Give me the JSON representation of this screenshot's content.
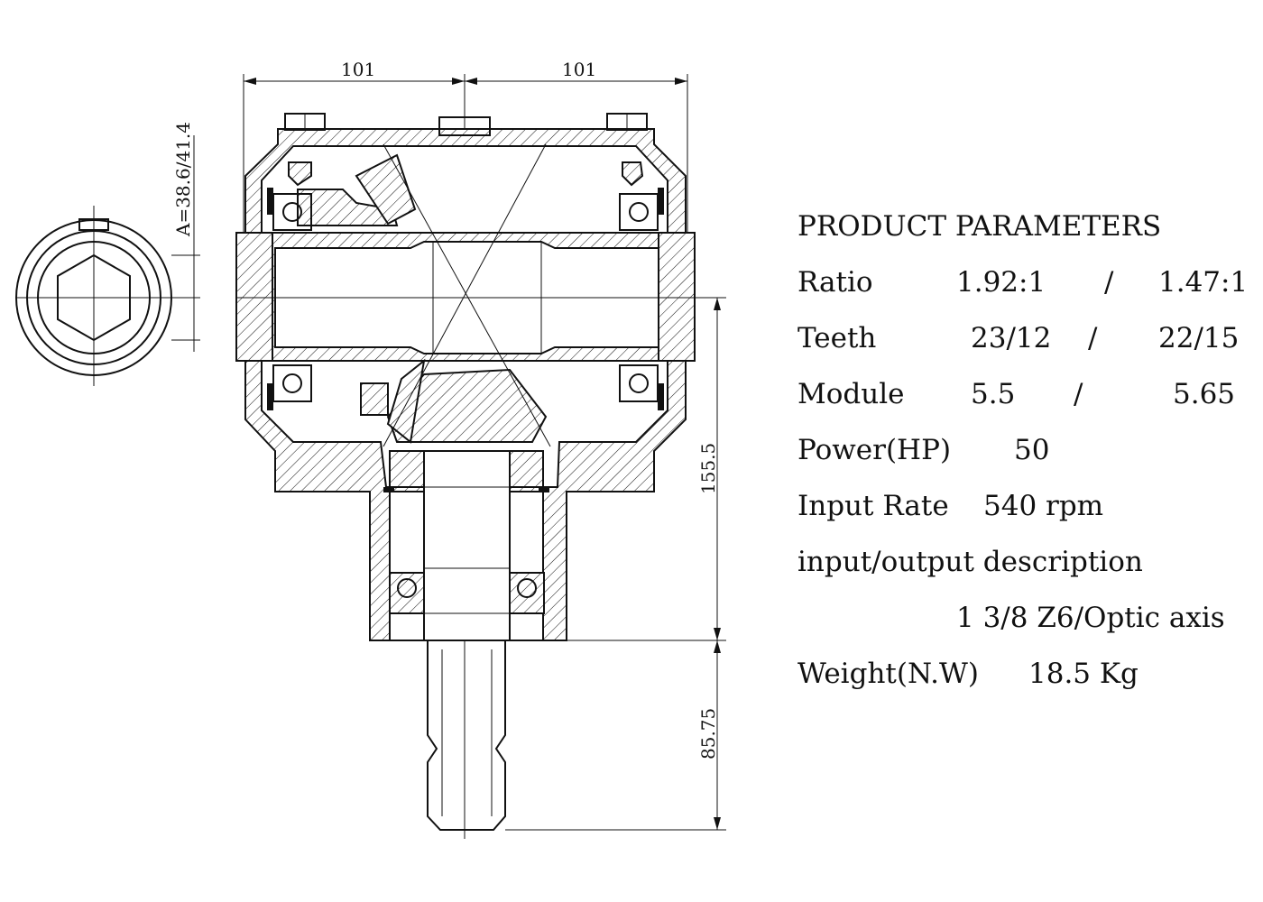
{
  "dimensions": {
    "width_left": "101",
    "width_right": "101",
    "spline_size": "A=38.6/41.4",
    "height_body": "155.5",
    "height_shaft": "85.75"
  },
  "parameters": {
    "heading": "PRODUCT PARAMETERS",
    "ratio_label": "Ratio",
    "ratio_a": "1.92:1",
    "ratio_sep": "/",
    "ratio_b": "1.47:1",
    "teeth_label": "Teeth",
    "teeth_a": "23/12",
    "teeth_sep": "/",
    "teeth_b": "22/15",
    "module_label": "Module",
    "module_a": "5.5",
    "module_sep": "/",
    "module_b": "5.65",
    "power_label": "Power(HP)",
    "power_value": "50",
    "input_rate_label": "Input Rate",
    "input_rate_value": "540 rpm",
    "io_label": "input/output description",
    "io_value": "1 3/8 Z6/Optic axis",
    "weight_label": "Weight(N.W)",
    "weight_value": "18.5 Kg"
  }
}
